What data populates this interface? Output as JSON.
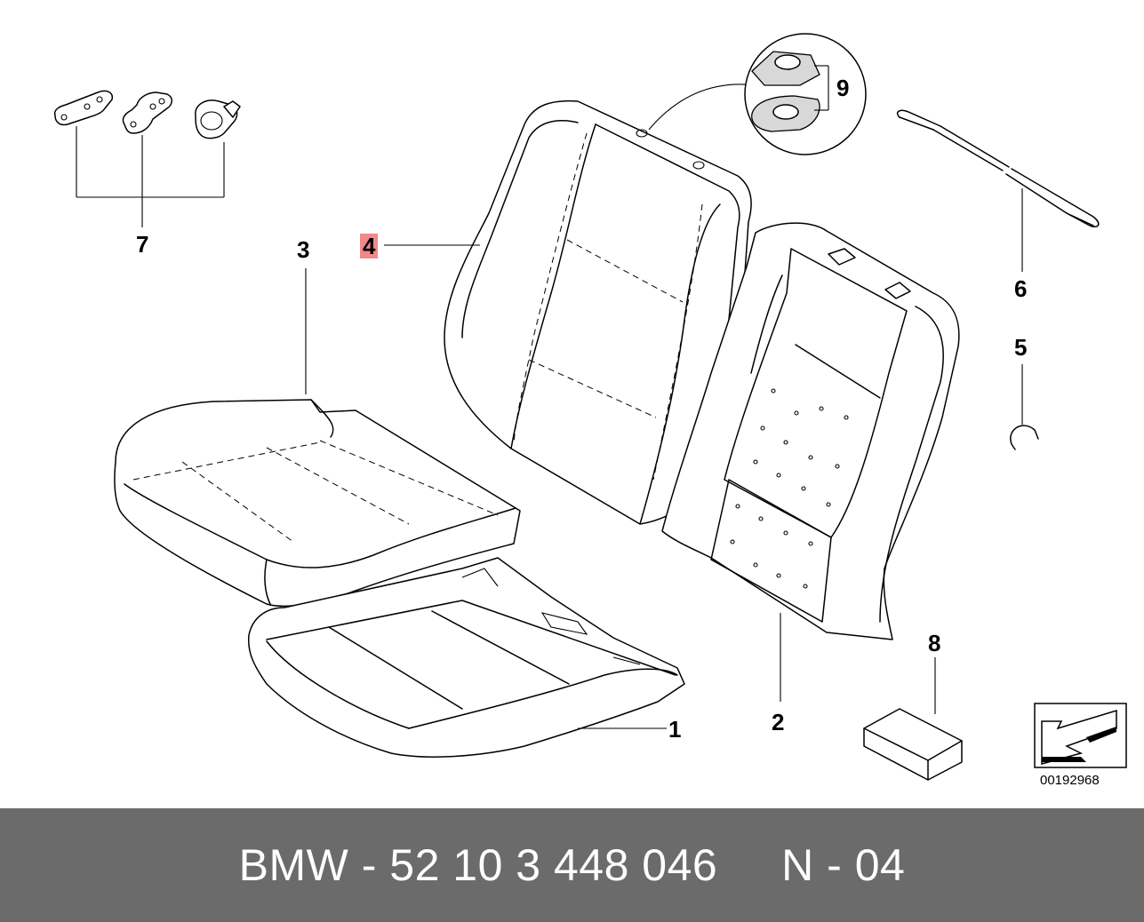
{
  "callouts": {
    "c1": "1",
    "c2": "2",
    "c3": "3",
    "c4": "4",
    "c5": "5",
    "c6": "6",
    "c7": "7",
    "c8": "8",
    "c9": "9"
  },
  "highlight_color": "#f08a8a",
  "reference_code": "00192968",
  "footer": {
    "text": "BMW - 52 10 3 448 046     N - 04",
    "background": "#6b6b6b"
  },
  "icons": {
    "orientation": "arrow-pointing-icon"
  }
}
